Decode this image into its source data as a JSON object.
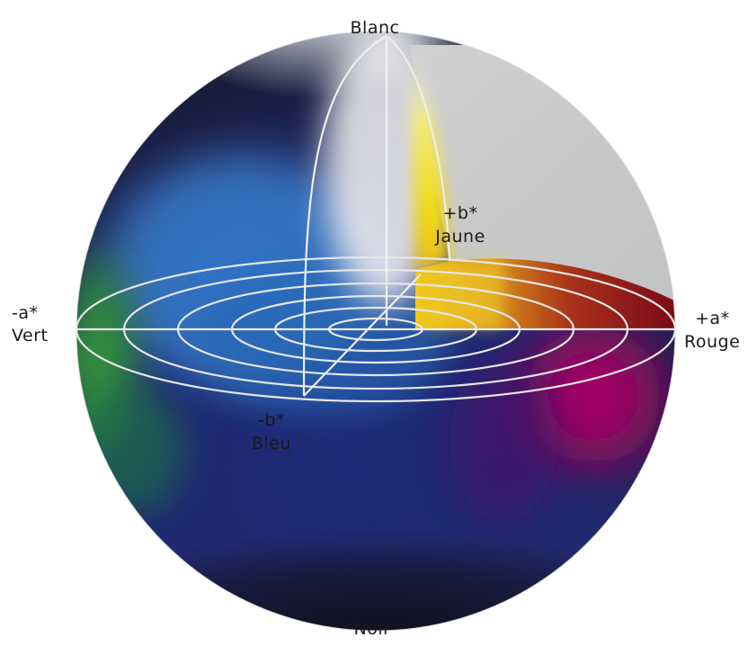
{
  "labels": {
    "top": "Blanc",
    "bottom": "Noir",
    "plus_b": "+b*",
    "plus_b_name": "Jaune",
    "minus_b": "-b*",
    "minus_b_name": "Bleu",
    "minus_a": "-a*",
    "minus_a_name": "Vert",
    "plus_a": "+a*",
    "plus_a_name": "Rouge"
  },
  "colors": {
    "white": "#f7f7fa",
    "black": "#13131f",
    "yellow": "#f0e21c",
    "blue": "#2d6fc4",
    "deep_blue": "#1e2a78",
    "green": "#2e8a3c",
    "red": "#8b0e1a",
    "magenta": "#a0005a",
    "orange": "#d08a1a",
    "cutaway": "#c8c8c8",
    "axis_lines": "#e6e6e6"
  }
}
